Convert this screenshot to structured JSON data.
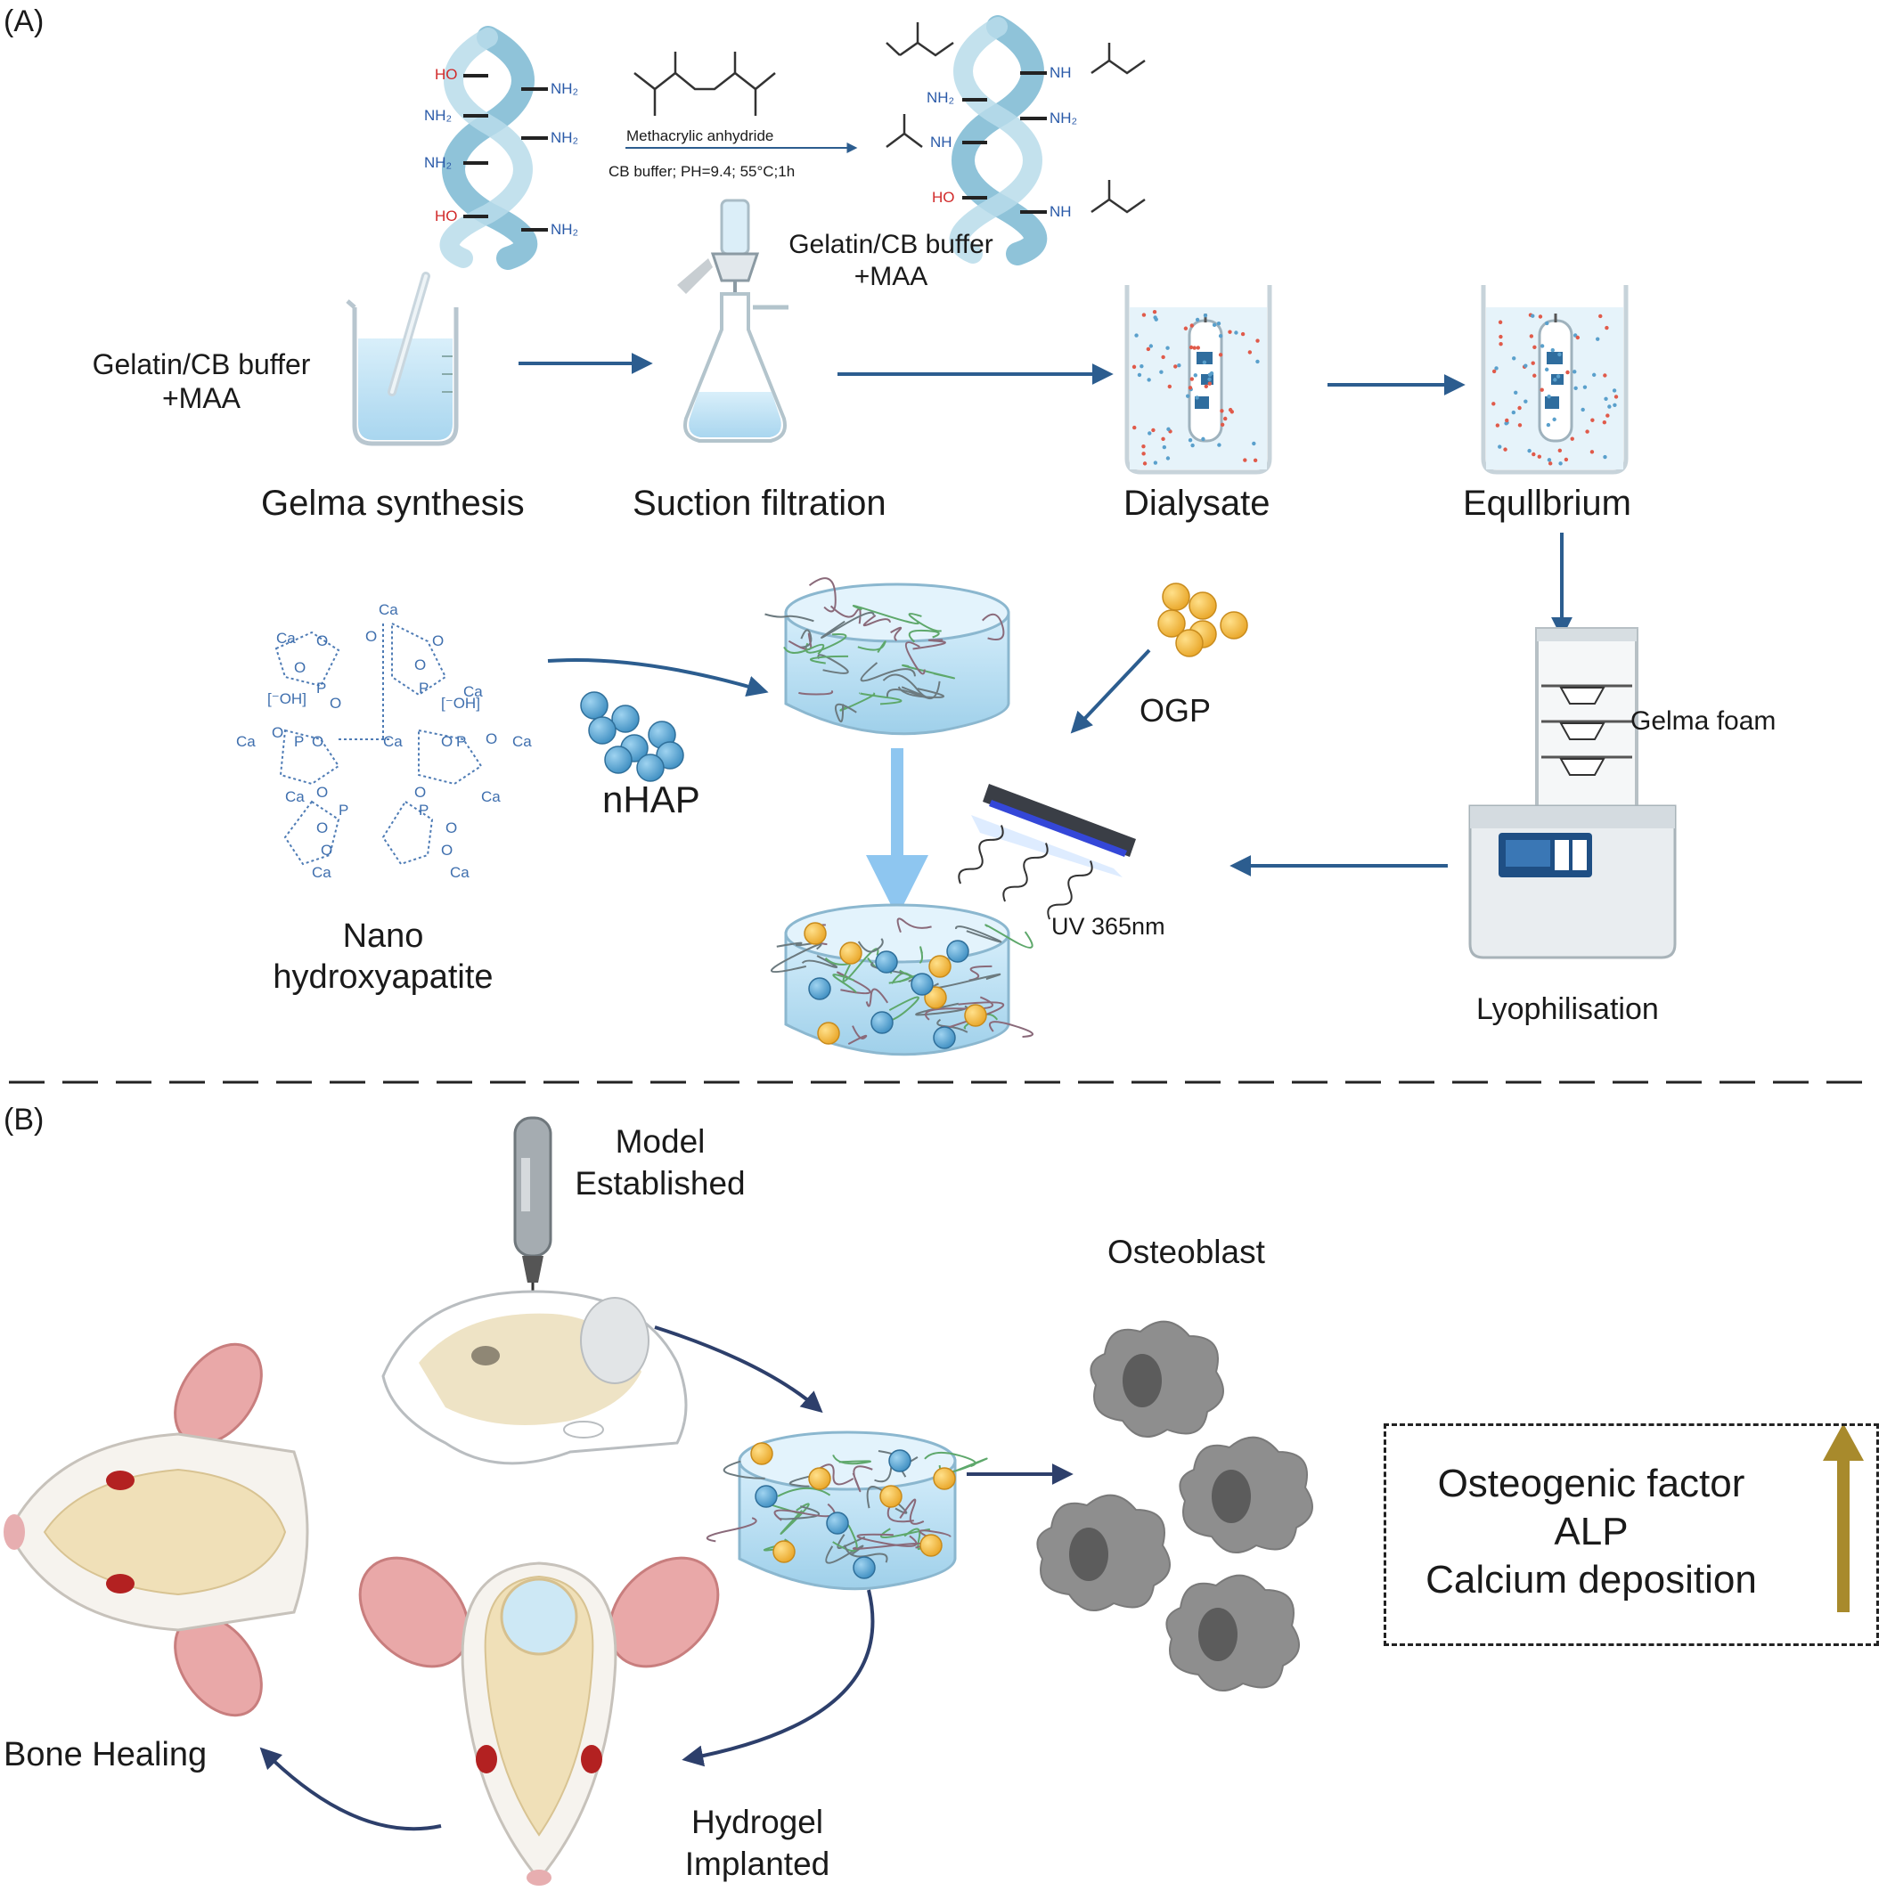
{
  "panels": {
    "a": "(A)",
    "b": "(B)"
  },
  "reaction": {
    "groups": {
      "ho": "HO",
      "nh2": "NH₂",
      "nh": "NH"
    },
    "reagent": "Methacrylic anhydride",
    "conditions": "CB buffer; PH=9.4; 55°C;1h"
  },
  "steps": {
    "input_label": "Gelatin/CB buffer\n+MAA",
    "filter_label": "Gelatin/CB buffer\n+MAA",
    "gelma_synthesis": "Gelma synthesis",
    "suction_filtration": "Suction filtration",
    "dialysate": "Dialysate",
    "equilibrium": "Equllbrium",
    "gelma_foam": "Gelma foam",
    "lyophilisation": "Lyophilisation",
    "ogp": "OGP",
    "uv": "UV 365nm",
    "nhap": "nHAP",
    "nano_hydroxyapatite": "Nano\nhydroxyapatite"
  },
  "hap": {
    "ca": "Ca",
    "o": "O",
    "p": "P",
    "oh": "[⁻OH]"
  },
  "in_vivo": {
    "model_established": "Model\nEstablished",
    "osteoblast": "Osteoblast",
    "bone_healing": "Bone Healing",
    "hydrogel_implanted": "Hydrogel\nImplanted"
  },
  "effects": [
    "Osteogenic factor",
    "ALP",
    "Calcium  deposition"
  ],
  "colors": {
    "arrow": "#2c5d8f",
    "arrow_dark": "#2d3f6b",
    "helix": "#8fc3d9",
    "water": "#bfe0f2",
    "nhap_particle": "#5ba8d4",
    "ogp_particle": "#f2b640",
    "osteoblast": "#8a8a8a",
    "up_arrow": "#a88a2c",
    "red_atom": "#d12a2a",
    "blue_atom": "#2a5aa8"
  }
}
